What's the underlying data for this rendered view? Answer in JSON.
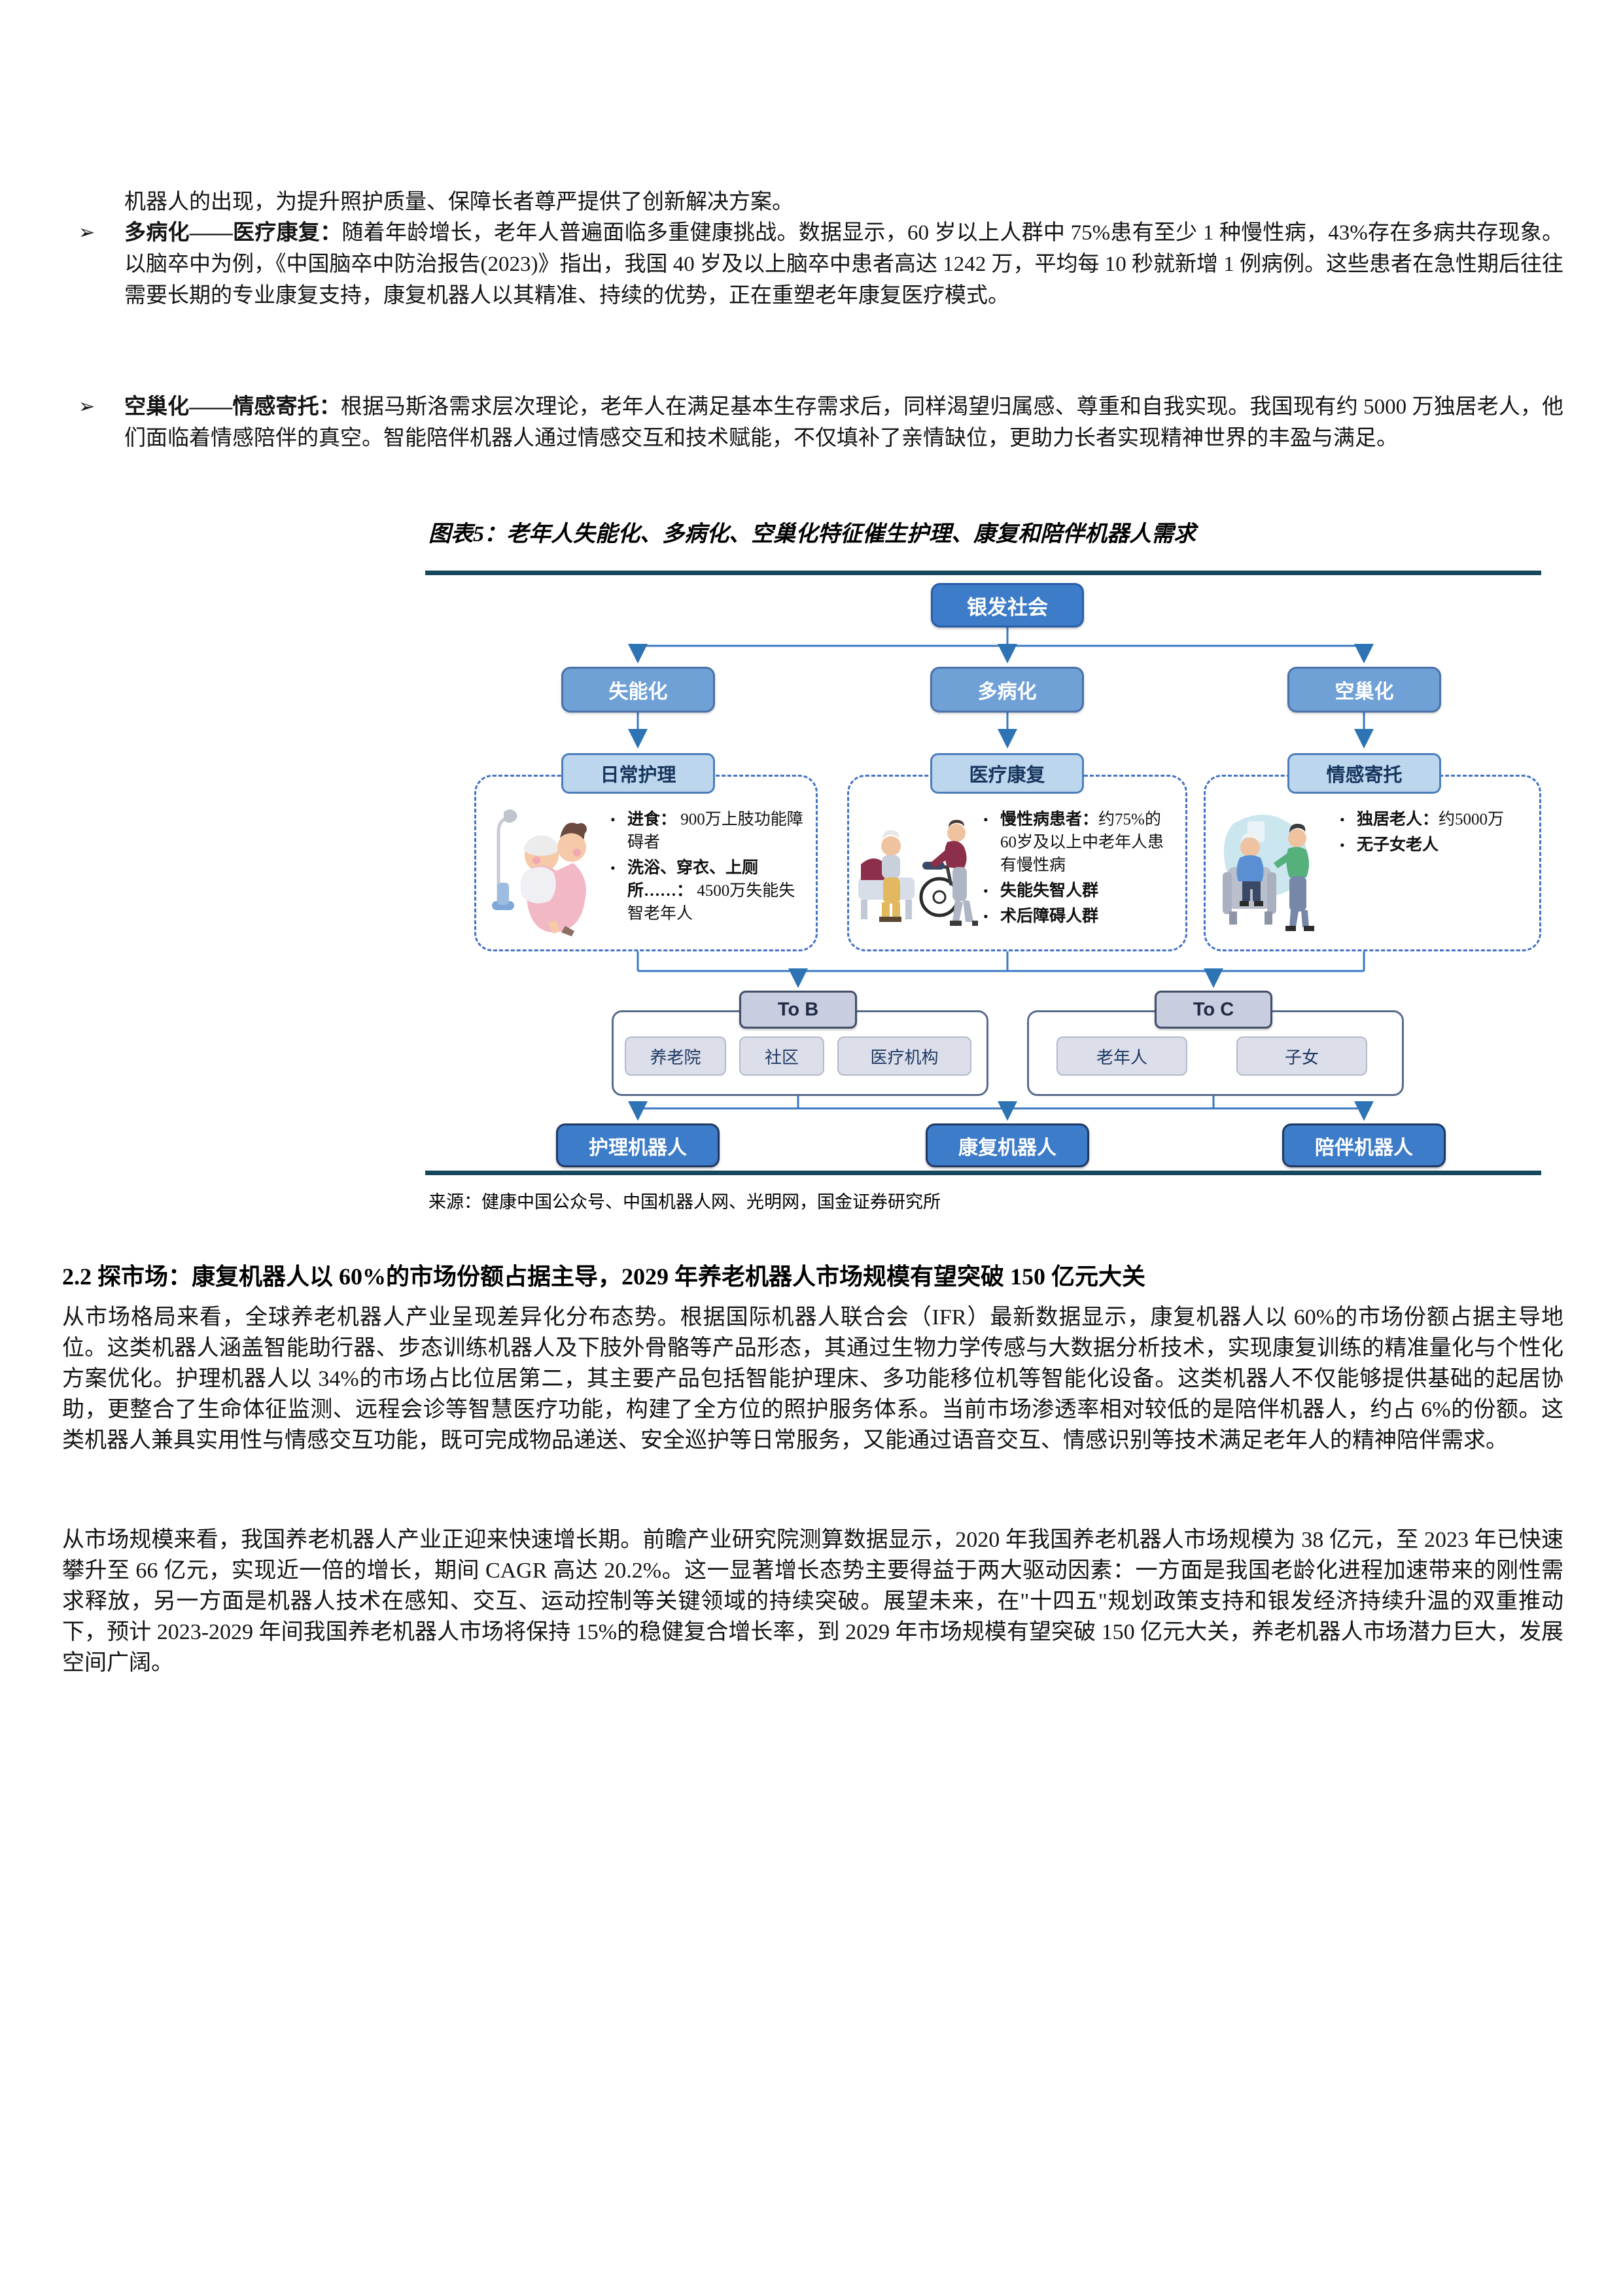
{
  "content": {
    "intro_line": "机器人的出现，为提升照护质量、保障长者尊严提供了创新解决方案。",
    "bullets": [
      {
        "marker": "➢",
        "lead": "多病化——医疗康复：",
        "text": "随着年龄增长，老年人普遍面临多重健康挑战。数据显示，60 岁以上人群中 75%患有至少 1 种慢性病，43%存在多病共存现象。以脑卒中为例，《中国脑卒中防治报告(2023)》指出，我国 40 岁及以上脑卒中患者高达 1242 万，平均每 10 秒就新增 1 例病例。这些患者在急性期后往往需要长期的专业康复支持，康复机器人以其精准、持续的优势，正在重塑老年康复医疗模式。"
      },
      {
        "marker": "➢",
        "lead": "空巢化——情感寄托：",
        "text": "根据马斯洛需求层次理论，老年人在满足基本生存需求后，同样渴望归属感、尊重和自我实现。我国现有约 5000 万独居老人，他们面临着情感陪伴的真空。智能陪伴机器人通过情感交互和技术赋能，不仅填补了亲情缺位，更助力长者实现精神世界的丰盈与满足。"
      }
    ]
  },
  "figure": {
    "title": "图表5：老年人失能化、多病化、空巢化特征催生护理、康复和陪伴机器人需求",
    "source": "来源：健康中国公众号、中国机器人网、光明网，国金证券研究所",
    "accent_teal": "#15485C",
    "line_blue": "#3B78C3",
    "diagram": {
      "root": "银发社会",
      "branches": [
        {
          "trait": "失能化",
          "need": "日常护理",
          "bullets": [
            {
              "lead": "进食：",
              "rest": " 900万上肢功能障碍者"
            },
            {
              "lead": "洗浴、穿衣、上厕所……：",
              "rest": " 4500万失能失智老年人"
            }
          ]
        },
        {
          "trait": "多病化",
          "need": "医疗康复",
          "bullets": [
            {
              "lead": "慢性病患者：",
              "rest": "约75%的60岁及以上中老年人患有慢性病"
            },
            {
              "lead": "失能失智人群",
              "rest": ""
            },
            {
              "lead": "术后障碍人群",
              "rest": ""
            }
          ]
        },
        {
          "trait": "空巢化",
          "need": "情感寄托",
          "bullets": [
            {
              "lead": "独居老人：",
              "rest": "约5000万"
            },
            {
              "lead": "无子女老人",
              "rest": ""
            }
          ]
        }
      ],
      "to_b": {
        "label": "To B",
        "items": [
          "养老院",
          "社区",
          "医疗机构"
        ]
      },
      "to_c": {
        "label": "To C",
        "items": [
          "老年人",
          "子女"
        ]
      },
      "robots": [
        "护理机器人",
        "康复机器人",
        "陪伴机器人"
      ]
    }
  },
  "section": {
    "heading": "2.2 探市场：康复机器人以 60%的市场份额占据主导，2029 年养老机器人市场规模有望突破 150 亿元大关",
    "para1": "从市场格局来看，全球养老机器人产业呈现差异化分布态势。根据国际机器人联合会（IFR）最新数据显示，康复机器人以 60%的市场份额占据主导地位。这类机器人涵盖智能助行器、步态训练机器人及下肢外骨骼等产品形态，其通过生物力学传感与大数据分析技术，实现康复训练的精准量化与个性化方案优化。护理机器人以 34%的市场占比位居第二，其主要产品包括智能护理床、多功能移位机等智能化设备。这类机器人不仅能够提供基础的起居协助，更整合了生命体征监测、远程会诊等智慧医疗功能，构建了全方位的照护服务体系。当前市场渗透率相对较低的是陪伴机器人，约占 6%的份额。这类机器人兼具实用性与情感交互功能，既可完成物品递送、安全巡护等日常服务，又能通过语音交互、情感识别等技术满足老年人的精神陪伴需求。",
    "para2": "从市场规模来看，我国养老机器人产业正迎来快速增长期。前瞻产业研究院测算数据显示，2020 年我国养老机器人市场规模为 38 亿元，至 2023 年已快速攀升至 66 亿元，实现近一倍的增长，期间 CAGR 高达 20.2%。这一显著增长态势主要得益于两大驱动因素：一方面是我国老龄化进程加速带来的刚性需求释放，另一方面是机器人技术在感知、交互、运动控制等关键领域的持续突破。展望未来，在\"十四五\"规划政策支持和银发经济持续升温的双重推动下，预计 2023-2029 年间我国养老机器人市场将保持 15%的稳健复合增长率，到 2029 年市场规模有望突破 150 亿元大关，养老机器人市场潜力巨大，发展空间广阔。"
  }
}
